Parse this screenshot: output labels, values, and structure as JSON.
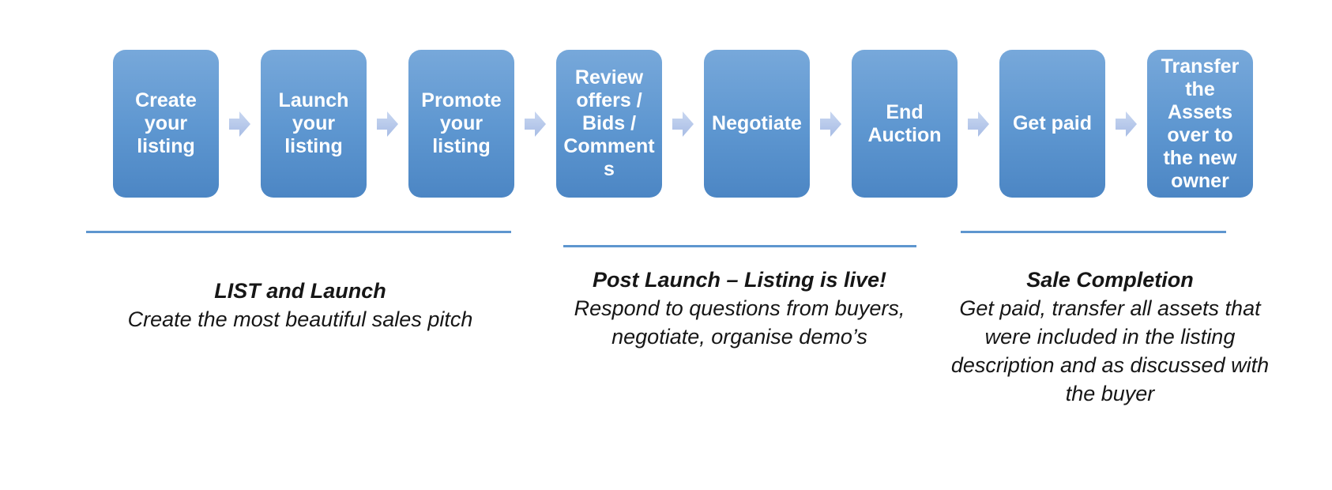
{
  "diagram": {
    "steps": [
      {
        "label": "Create\nyour\nlisting"
      },
      {
        "label": "Launch\nyour\nlisting"
      },
      {
        "label": "Promote\nyour\nlisting"
      },
      {
        "label": "Review\noffers /\nBids /\nComment\ns"
      },
      {
        "label": "Negotiate"
      },
      {
        "label": "End\nAuction"
      },
      {
        "label": "Get paid"
      },
      {
        "label": "Transfer\nthe\nAssets\nover to\nthe new\nowner"
      }
    ],
    "phases": [
      {
        "title": "LIST and Launch",
        "description": "Create the most beautiful sales pitch"
      },
      {
        "title": "Post Launch – Listing is live!",
        "description": "Respond to questions from buyers,\nnegotiate, organise demo’s"
      },
      {
        "title": "Sale Completion",
        "description": "Get paid, transfer all assets that\nwere included in the listing\ndescription and as discussed with\nthe buyer"
      }
    ],
    "colors": {
      "box_gradient_top": "#77A8DA",
      "box_gradient_bottom": "#4C86C4",
      "arrow_gradient_top": "#C9D7F1",
      "arrow_gradient_bottom": "#A8BDE5",
      "underline": "#5E96CF",
      "box_text": "#FFFFFF",
      "caption_text": "#161616"
    }
  }
}
